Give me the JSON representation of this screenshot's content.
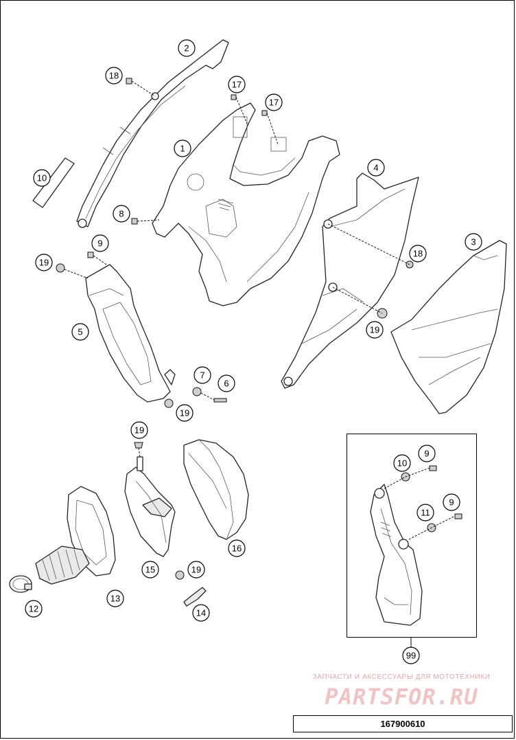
{
  "callouts": [
    {
      "id": "c1",
      "label": "1"
    },
    {
      "id": "c2",
      "label": "2"
    },
    {
      "id": "c3",
      "label": "3"
    },
    {
      "id": "c4",
      "label": "4"
    },
    {
      "id": "c5",
      "label": "5"
    },
    {
      "id": "c6",
      "label": "6"
    },
    {
      "id": "c7",
      "label": "7"
    },
    {
      "id": "c8",
      "label": "8"
    },
    {
      "id": "c9a",
      "label": "9"
    },
    {
      "id": "c9b",
      "label": "9"
    },
    {
      "id": "c9c",
      "label": "9"
    },
    {
      "id": "c10a",
      "label": "10"
    },
    {
      "id": "c10b",
      "label": "10"
    },
    {
      "id": "c11",
      "label": "11"
    },
    {
      "id": "c12",
      "label": "12"
    },
    {
      "id": "c13",
      "label": "13"
    },
    {
      "id": "c14",
      "label": "14"
    },
    {
      "id": "c15",
      "label": "15"
    },
    {
      "id": "c16",
      "label": "16"
    },
    {
      "id": "c17a",
      "label": "17"
    },
    {
      "id": "c17b",
      "label": "17"
    },
    {
      "id": "c18a",
      "label": "18"
    },
    {
      "id": "c18b",
      "label": "18"
    },
    {
      "id": "c19a",
      "label": "19"
    },
    {
      "id": "c19b",
      "label": "19"
    },
    {
      "id": "c19c",
      "label": "19"
    },
    {
      "id": "c19d",
      "label": "19"
    },
    {
      "id": "c19e",
      "label": "19"
    },
    {
      "id": "c99",
      "label": "99"
    }
  ],
  "watermark": {
    "tagline": "ЗАПЧАСТИ И АКСЕССУАРЫ ДЛЯ МОТОТЕХНИКИ",
    "logo": "PARTSFOR.RU"
  },
  "diagram_code": "167900610"
}
